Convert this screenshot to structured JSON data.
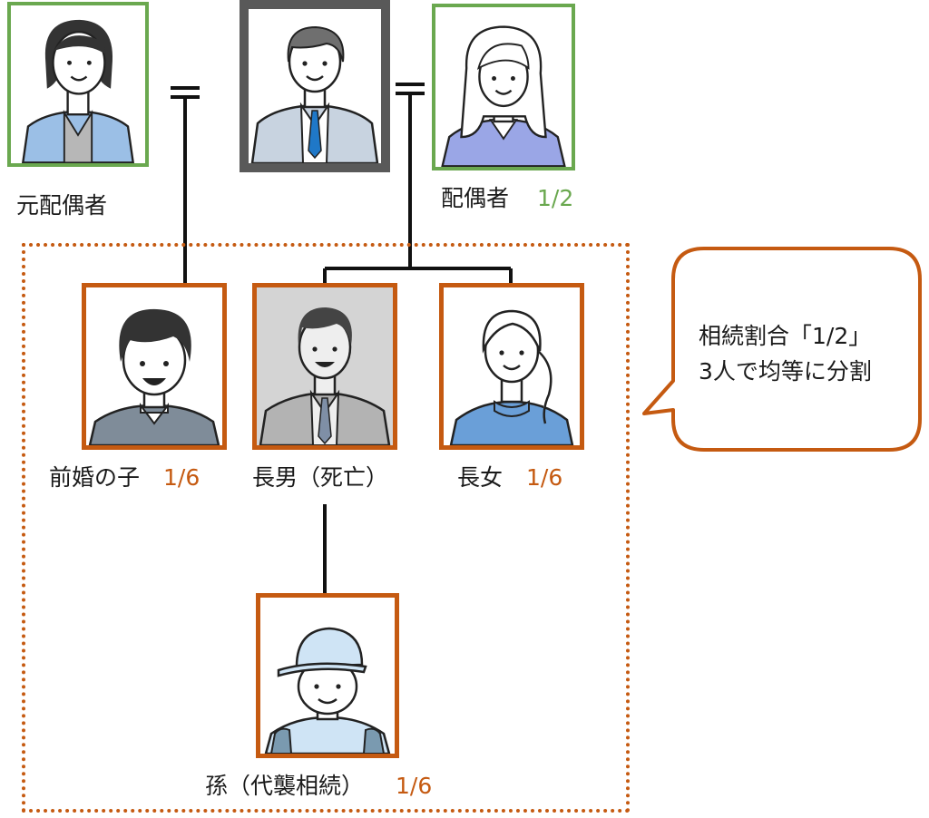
{
  "people": {
    "ex_spouse": {
      "label": "元配偶者"
    },
    "deceased": {
      "label": ""
    },
    "spouse": {
      "label": "配偶者",
      "share": "1/2"
    },
    "prior_child": {
      "label": "前婚の子",
      "share": "1/6"
    },
    "eldest_son": {
      "label": "長男（死亡）"
    },
    "eldest_daughter": {
      "label": "長女",
      "share": "1/6"
    },
    "grandchild": {
      "label": "孫（代襲相続）",
      "share": "1/6"
    }
  },
  "callout": {
    "line1": "相続割合「1/2」",
    "line2": "3人で均等に分割"
  },
  "colors": {
    "heir_border": "#c55a11",
    "spouse_border": "#6aa84f",
    "deceased_border": "#595959"
  }
}
